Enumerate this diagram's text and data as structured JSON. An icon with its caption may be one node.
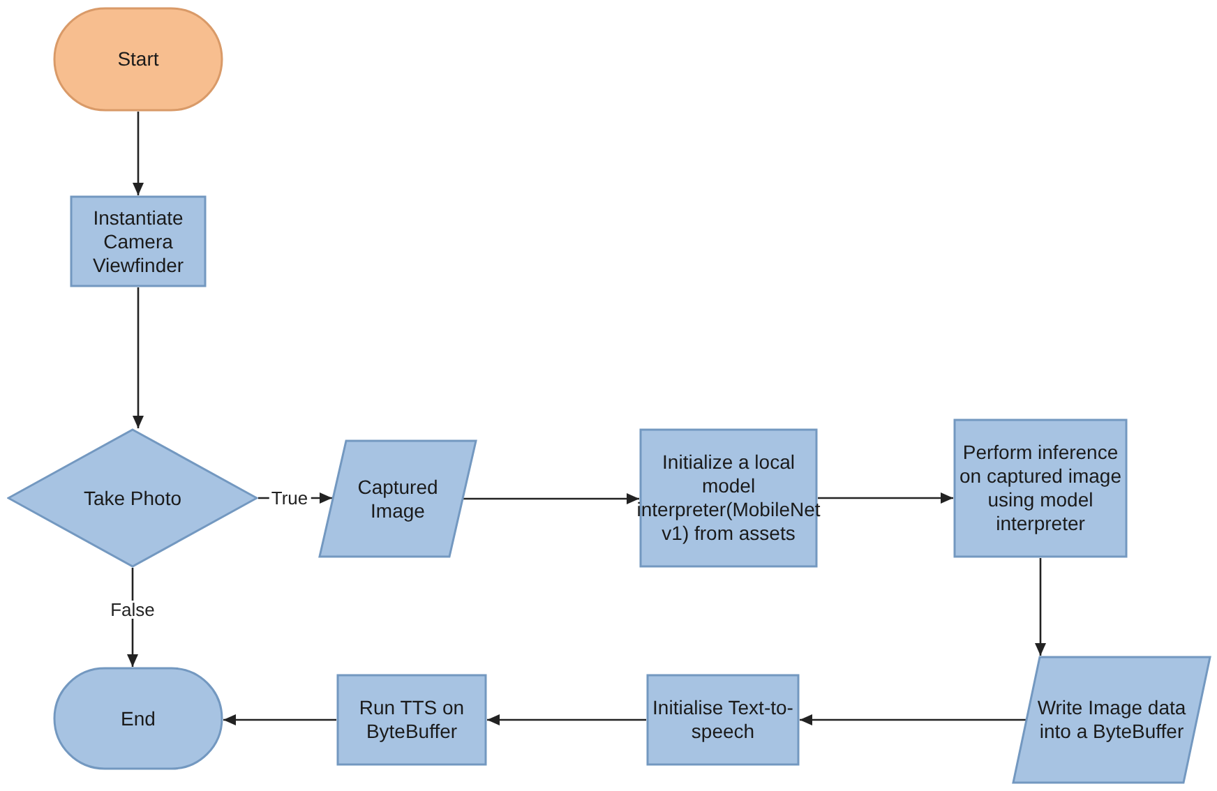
{
  "diagram": {
    "nodes": [
      {
        "text": [
          "Start"
        ]
      },
      {
        "text": [
          "Instantiate Camera Viewfinder"
        ]
      },
      {
        "text": [
          "Take Photo"
        ]
      },
      {
        "text": [
          "Captured Image"
        ]
      },
      {
        "text": [
          "Initialize a local model interpreter(MobileNet v1) from assets"
        ]
      },
      {
        "text": [
          "Perform inference on captured image using model interpreter"
        ]
      },
      {
        "text": [
          "Write Image data into a ByteBuffer"
        ]
      },
      {
        "text": [
          "Initialise Text-to-speech"
        ]
      },
      {
        "text": [
          "Run TTS on ByteBuffer"
        ]
      },
      {
        "text": [
          "End"
        ]
      }
    ],
    "edges": [
      {
        "from": 0,
        "to": 1,
        "arrow": "to"
      },
      {
        "from": 1,
        "to": 2,
        "arrow": "to"
      },
      {
        "from": 2,
        "to": 3,
        "arrow": "to",
        "label": "True"
      },
      {
        "from": 3,
        "to": 4,
        "arrow": "to"
      },
      {
        "from": 4,
        "to": 5,
        "arrow": "to"
      },
      {
        "from": 5,
        "to": 6,
        "arrow": "to"
      },
      {
        "from": 6,
        "to": 7,
        "arrow": "to"
      },
      {
        "from": 7,
        "to": 8,
        "arrow": "to"
      },
      {
        "from": 8,
        "to": 9,
        "arrow": "to"
      },
      {
        "from": 2,
        "to": 9,
        "arrow": "to",
        "label": "False"
      }
    ]
  }
}
